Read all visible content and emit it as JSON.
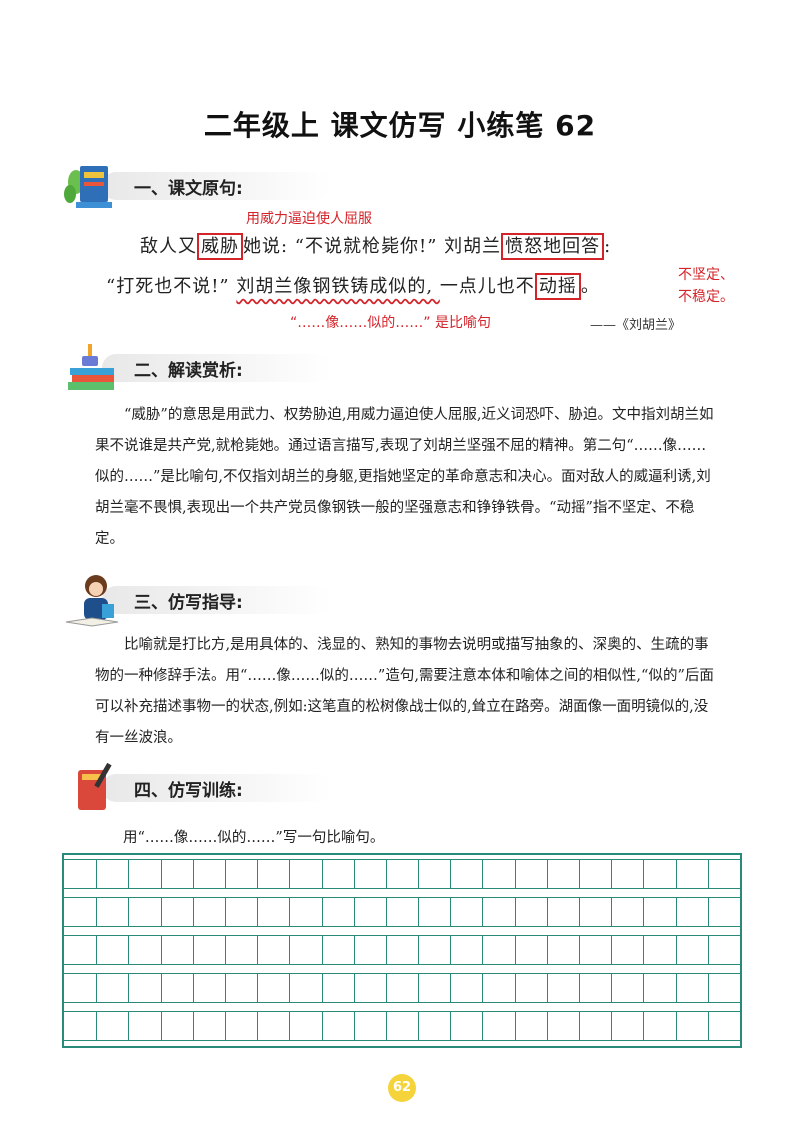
{
  "title": "二年级上  课文仿写  小练笔 62",
  "sections": {
    "s1": {
      "label": "一、课文原句:"
    },
    "s2": {
      "label": "二、解读赏析:"
    },
    "s3": {
      "label": "三、仿写指导:"
    },
    "s4": {
      "label": "四、仿写训练:"
    }
  },
  "original": {
    "annotation_top": "用威力逼迫使人屈服",
    "line1_a": "敌人又",
    "line1_box1": "威胁",
    "line1_b": "她说: “不说就枪毙你!” 刘胡兰",
    "line1_box2": "愤怒地回答",
    "line1_c": ":",
    "line2_a": "“打死也不说!” ",
    "line2_wave": "刘胡兰像钢铁铸成似的, ",
    "line2_b": "一点儿也不",
    "line2_box": "动摇",
    "line2_c": "。",
    "note_right_1": "不坚定、",
    "note_right_2": "不稳定。",
    "note_bottom": "“……像……似的……” 是比喻句",
    "source": "——《刘胡兰》"
  },
  "analysis": "“威胁”的意思是用武力、权势胁迫,用威力逼迫使人屈服,近义词恐吓、胁迫。文中指刘胡兰如果不说谁是共产党,就枪毙她。通过语言描写,表现了刘胡兰坚强不屈的精神。第二句“……像……似的……”是比喻句,不仅指刘胡兰的身躯,更指她坚定的革命意志和决心。面对敌人的威逼利诱,刘胡兰毫不畏惧,表现出一个共产党员像钢铁一般的坚强意志和铮铮铁骨。“动摇”指不坚定、不稳定。",
  "guidance": "比喻就是打比方,是用具体的、浅显的、熟知的事物去说明或描写抽象的、深奥的、生疏的事物的一种修辞手法。用“……像……似的……”造句,需要注意本体和喻体之间的相似性,“似的”后面可以补充描述事物一的状态,例如:这笔直的松树像战士似的,耸立在路旁。湖面像一面明镜似的,没有一丝波浪。",
  "exercise_prompt": "用“……像……似的……”写一句比喻句。",
  "page_number": "62",
  "colors": {
    "accent_red": "#d3242a",
    "grid_green": "#2a8a7a",
    "page_badge": "#f4d43a"
  }
}
